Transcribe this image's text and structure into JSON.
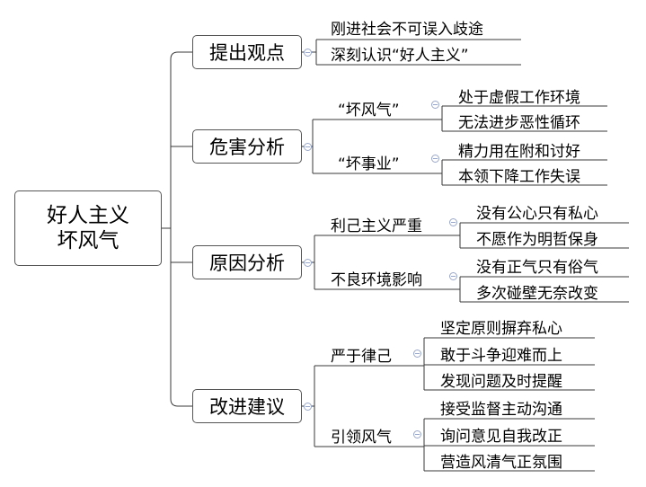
{
  "root": {
    "line1": "好人主义",
    "line2": "坏风气"
  },
  "branches": [
    {
      "label": "提出观点",
      "leaves": [
        "刚进社会不可误入歧途",
        "深刻认识“好人主义”"
      ]
    },
    {
      "label": "危害分析",
      "subs": [
        {
          "label": "“坏风气”",
          "leaves": [
            "处于虚假工作环境",
            "无法进步恶性循环"
          ]
        },
        {
          "label": "“坏事业”",
          "leaves": [
            "精力用在附和讨好",
            "本领下降工作失误"
          ]
        }
      ]
    },
    {
      "label": "原因分析",
      "subs": [
        {
          "label": "利己主义严重",
          "leaves": [
            "没有公心只有私心",
            "不愿作为明哲保身"
          ]
        },
        {
          "label": "不良环境影响",
          "leaves": [
            "没有正气只有俗气",
            "多次碰壁无奈改变"
          ]
        }
      ]
    },
    {
      "label": "改进建议",
      "subs": [
        {
          "label": "严于律己",
          "leaves": [
            "坚定原则摒弃私心",
            "敢于斗争迎难而上",
            "发现问题及时提醒"
          ]
        },
        {
          "label": "引领风气",
          "leaves": [
            "接受监督主动沟通",
            "询问意见自我改正",
            "营造风清气正氛围"
          ]
        }
      ]
    }
  ]
}
